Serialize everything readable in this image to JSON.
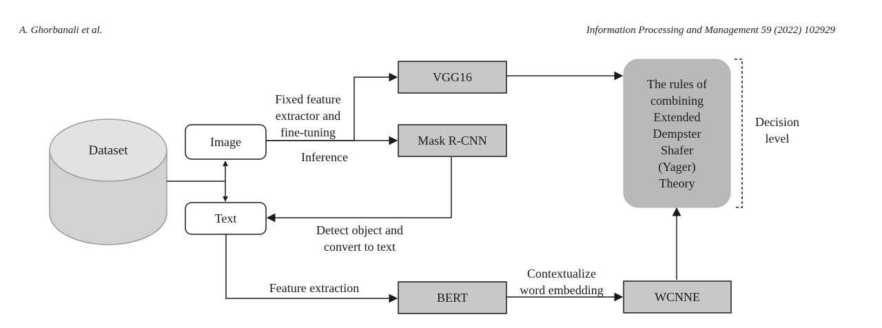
{
  "header": {
    "authors": "A. Ghorbanali et al.",
    "journal": "Information Processing and Management 59 (2022) 102929"
  },
  "nodes": {
    "dataset": "Dataset",
    "image": "Image",
    "text": "Text",
    "vgg16": "VGG16",
    "mask_rcnn": "Mask R-CNN",
    "bert": "BERT",
    "wcnne": "WCNNE",
    "fusion": [
      "The rules of",
      "combining",
      "Extended",
      "Dempster",
      "Shafer",
      "(Yager)",
      "Theory"
    ]
  },
  "labels": {
    "fixed_feature": [
      "Fixed feature",
      "extractor and",
      "fine-tuning"
    ],
    "inference": "Inference",
    "detect_object": [
      "Detect object and",
      "convert to text"
    ],
    "feature_extraction": "Feature extraction",
    "contextualize": [
      "Contextualize",
      "word embedding"
    ],
    "decision_level": [
      "Decision",
      "level"
    ]
  },
  "colors": {
    "box_fill": "#c8c8c8",
    "fusion_fill": "#b9b9b9",
    "dataset_fill": "#d6d6d6",
    "line": "#1a1a1a"
  }
}
